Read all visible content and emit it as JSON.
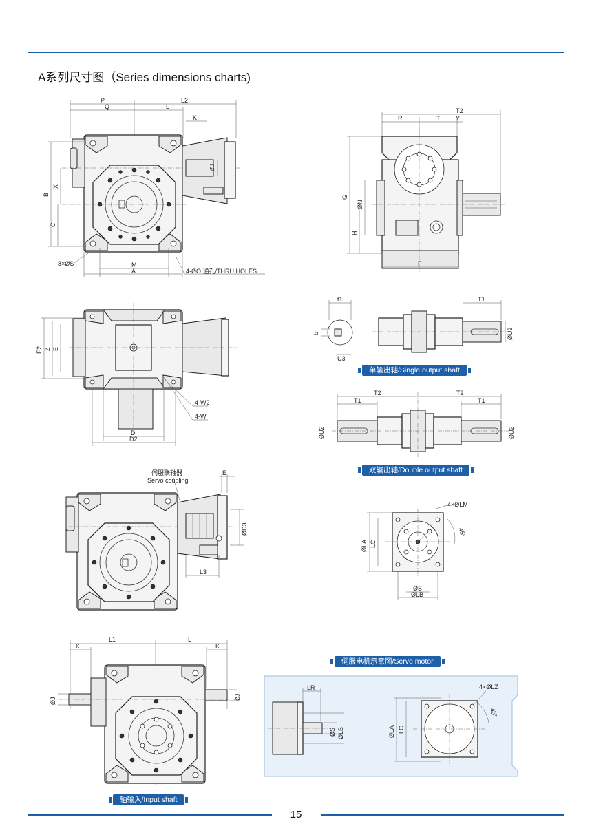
{
  "page": {
    "title": "A系列尺寸图（Series dimensions charts)",
    "page_number": "15"
  },
  "badges": {
    "single_output": "单输出轴/Single output shaft",
    "double_output": "双输出轴/Double output shaft",
    "servo_motor": "伺服电机示意图/Servo motor",
    "input_shaft": "轴输入/Input shaft"
  },
  "view1": {
    "P": "P",
    "L2": "L2",
    "Q": "Q",
    "L": "L",
    "K": "K",
    "B": "B",
    "X": "X",
    "C": "C",
    "OJ": "ØJ",
    "S": "8×ØS",
    "M": "M",
    "A": "A",
    "holes": "4-ØO 通孔/THRU HOLES"
  },
  "view2": {
    "T2": "T2",
    "R": "R",
    "T": "T",
    "Y": "Y",
    "G": "G",
    "N": "ØN",
    "H": "H",
    "F": "F"
  },
  "view3": {
    "E2": "E2",
    "Z": "Z",
    "E": "E",
    "W2": "4-W2",
    "W": "4-W",
    "D": "D",
    "D2": "D2"
  },
  "single_shaft": {
    "t1": "t1",
    "T1": "T1",
    "b": "b",
    "U2": "ØU2",
    "U3": "U3"
  },
  "double_shaft": {
    "T2a": "T2",
    "T2b": "T2",
    "T1a": "T1",
    "T1b": "T1",
    "U2a": "ØU2",
    "U2b": "ØU2"
  },
  "servo_coupling": {
    "cn": "伺服联轴器",
    "en": "Servo coupling",
    "E": "E",
    "D3": "ØD3",
    "L3": "L3"
  },
  "flange": {
    "LM": "4×ØLM",
    "deg": "45°",
    "LA": "ØLA",
    "LC": "LC",
    "S": "ØS",
    "LB": "ØLB"
  },
  "input_view": {
    "K1": "K",
    "L1": "L1",
    "L": "L",
    "K2": "K",
    "J1": "ØJ",
    "J2": "ØJ"
  },
  "servo_motor": {
    "LR": "LR",
    "LZ": "4×ØLZ",
    "deg": "45°",
    "S": "ØS",
    "LB": "ØLB",
    "LA": "ØLA",
    "LC": "LC"
  }
}
